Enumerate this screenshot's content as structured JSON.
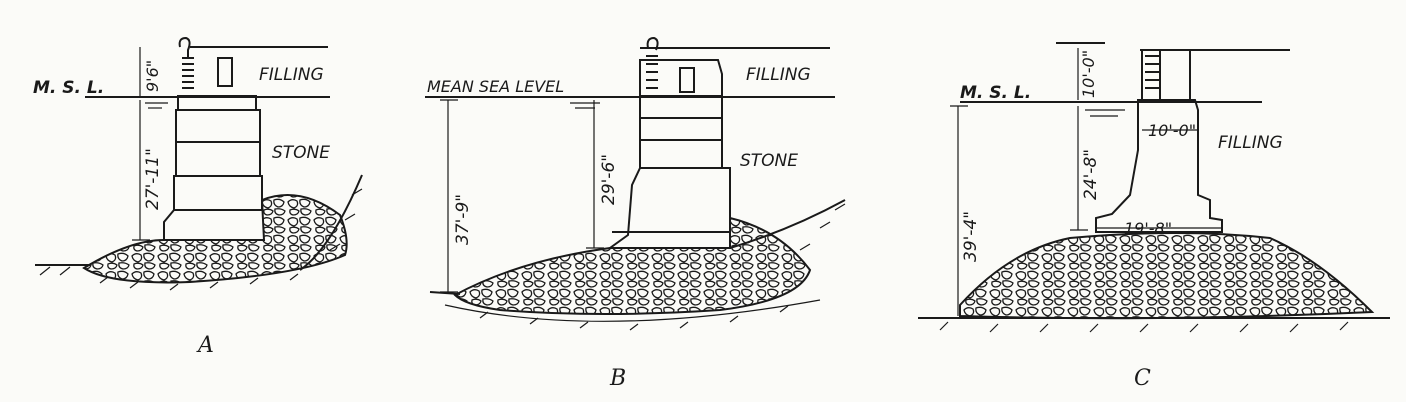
{
  "diagrams": [
    {
      "caption": "A",
      "water_label": "M. S. L.",
      "labels": [
        "FILLING",
        "STONE"
      ],
      "dimensions": [
        "9'6\"",
        "27'-11\""
      ]
    },
    {
      "caption": "B",
      "water_label": "MEAN SEA LEVEL",
      "labels": [
        "FILLING",
        "STONE"
      ],
      "dimensions": [
        "37'-9\"",
        "29'-6\""
      ]
    },
    {
      "caption": "C",
      "water_label": "M. S. L.",
      "labels": [
        "FILLING"
      ],
      "dimensions": [
        "10'-0\"",
        "24'-8\"",
        "10'-0\"",
        "19'-8\"",
        "39'-4\""
      ]
    }
  ],
  "colors": {
    "ink": "#1a1a1a",
    "paper": "#fbfbf8"
  }
}
